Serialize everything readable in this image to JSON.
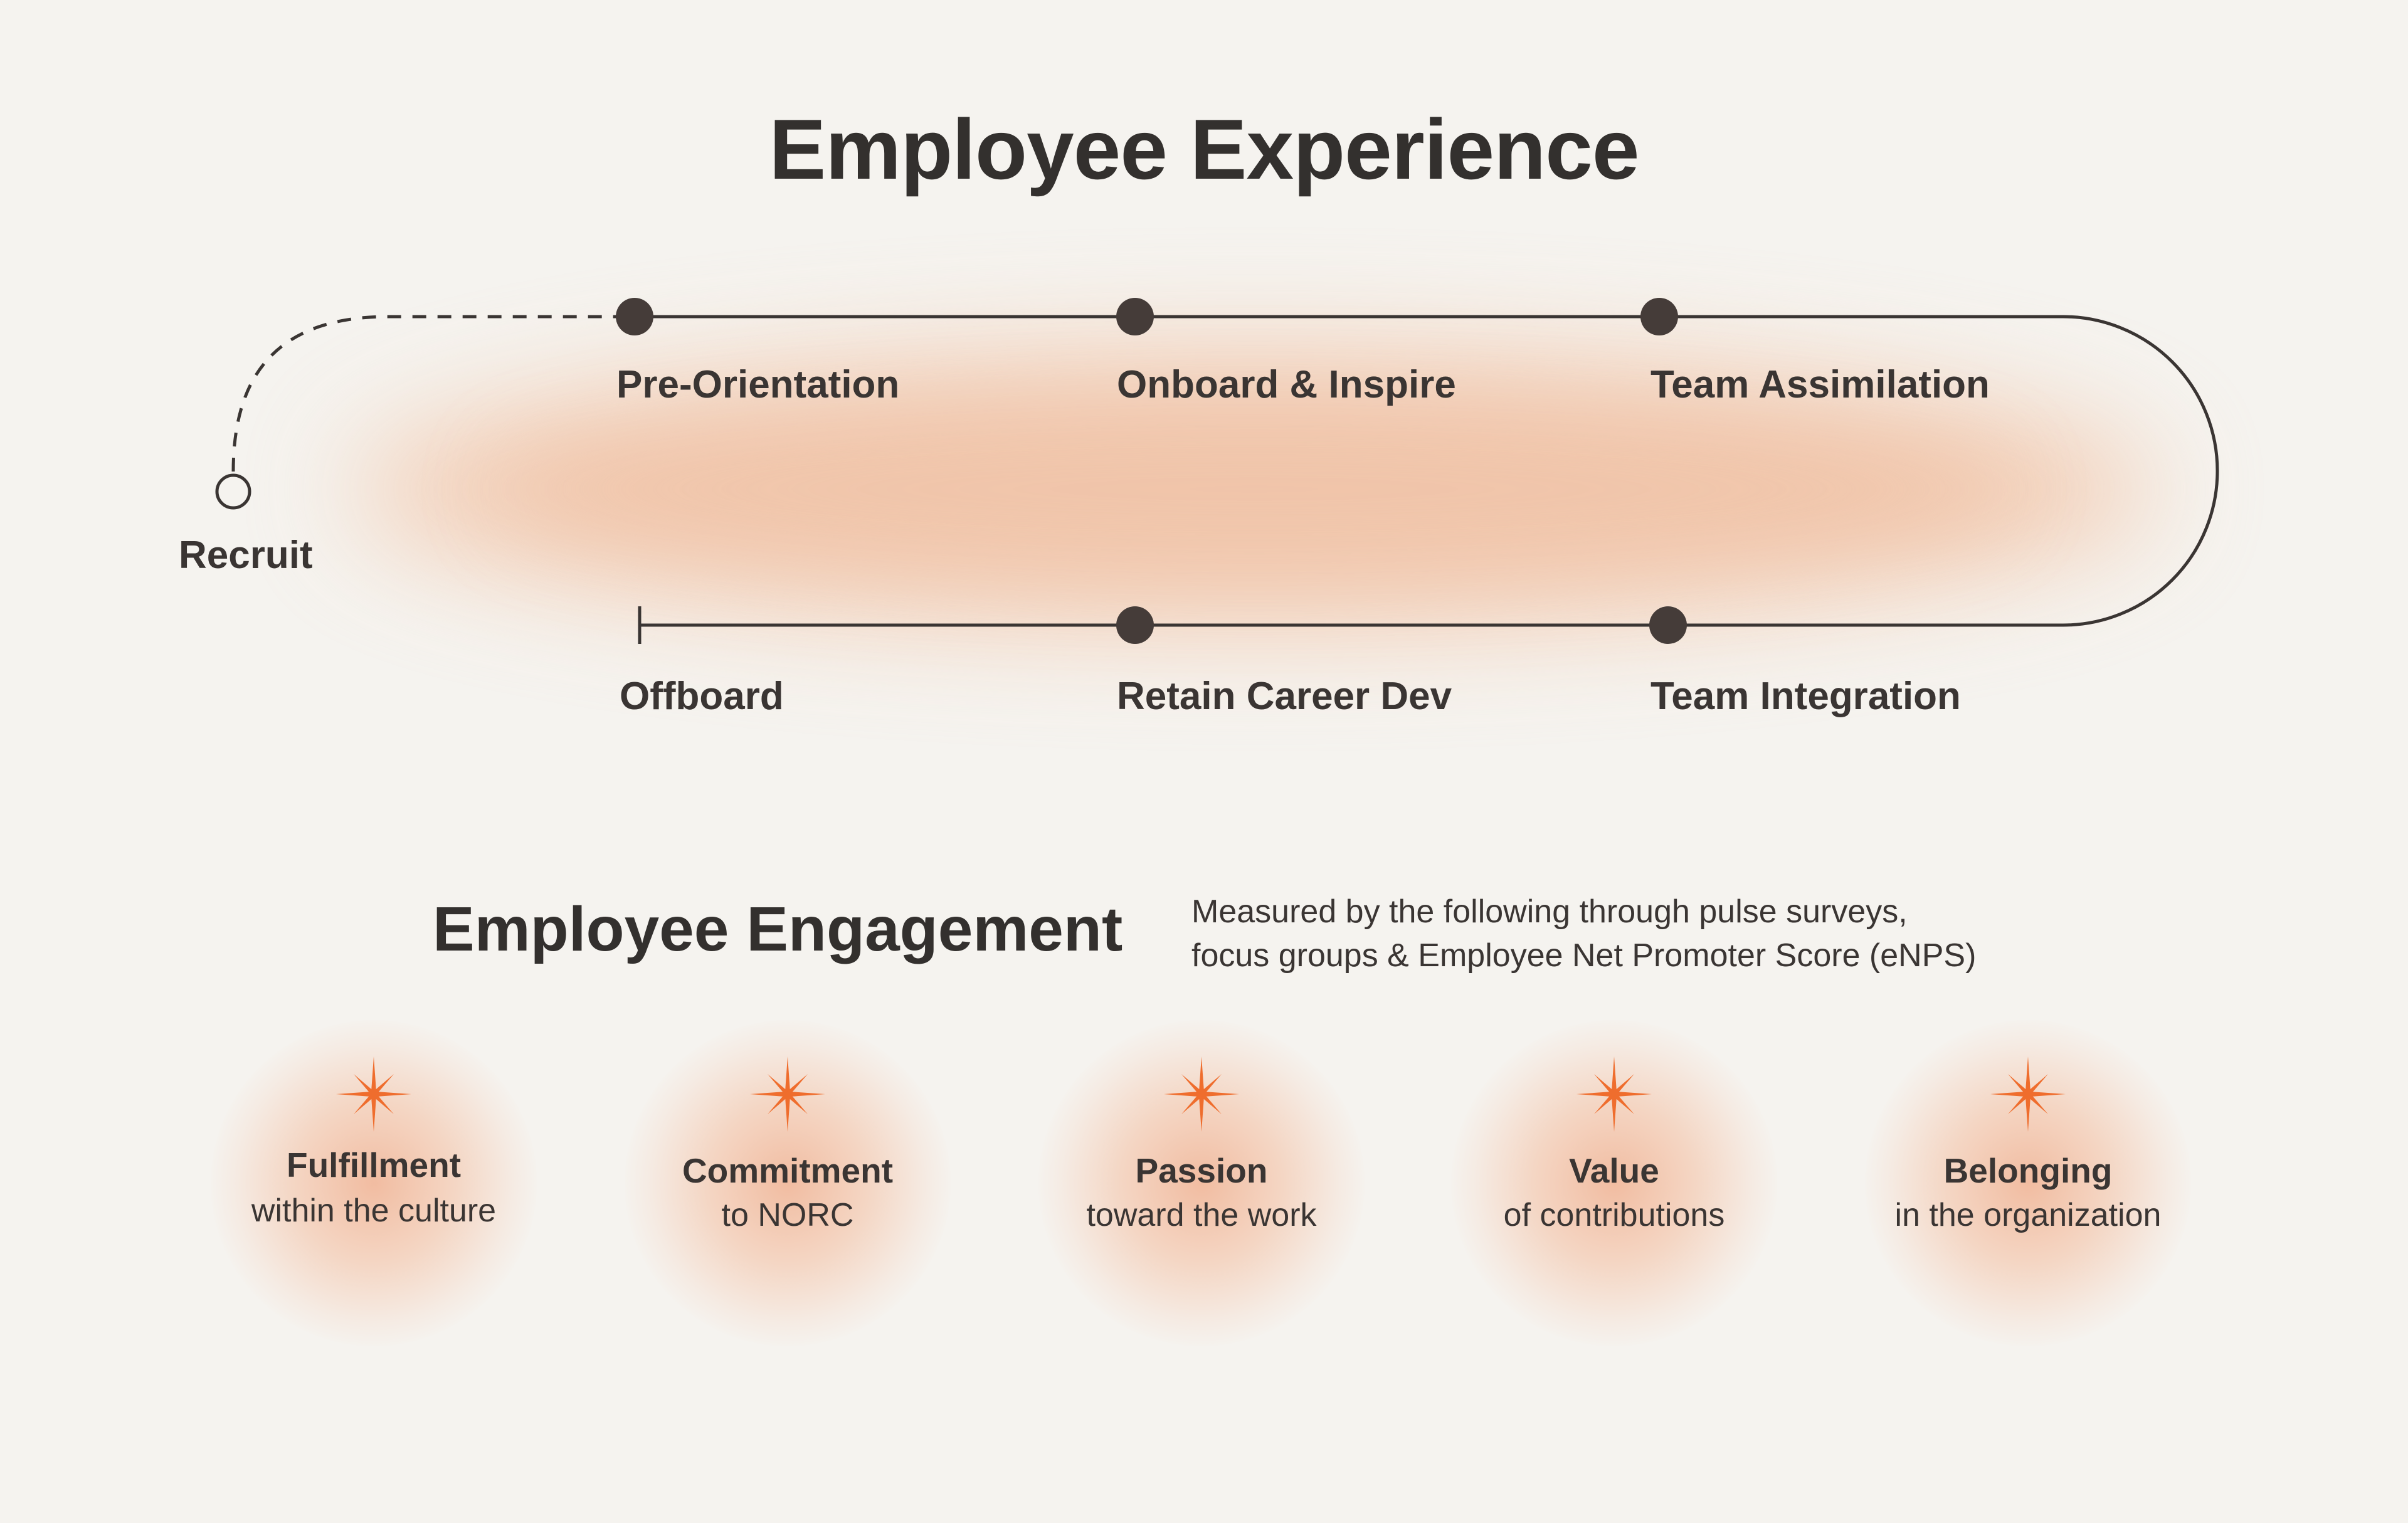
{
  "title": "Employee Experience",
  "journey": {
    "start": "Recruit",
    "top_stages": [
      "Pre-Orientation",
      "Onboard & Inspire",
      "Team Assimilation"
    ],
    "bottom_stages": [
      "Offboard",
      "Retain Career Dev",
      "Team Integration"
    ]
  },
  "engagement": {
    "title": "Employee Engagement",
    "description_line1": "Measured by the following through pulse surveys,",
    "description_line2": "focus groups & Employee Net Promoter Score (eNPS)",
    "pillars": [
      {
        "title": "Fulfillment",
        "subtitle": "within the culture"
      },
      {
        "title": "Commitment",
        "subtitle": "to NORC"
      },
      {
        "title": "Passion",
        "subtitle": "toward the work"
      },
      {
        "title": "Value",
        "subtitle": "of contributions"
      },
      {
        "title": "Belonging",
        "subtitle": "in the organization"
      }
    ]
  },
  "colors": {
    "background": "#f5f3ef",
    "line": "#3a3533",
    "node": "#453c39",
    "accent": "#ef6d2d",
    "glow": "#f3c7ad"
  },
  "icons": {
    "pillar_icon": "sparkle-star-icon"
  }
}
